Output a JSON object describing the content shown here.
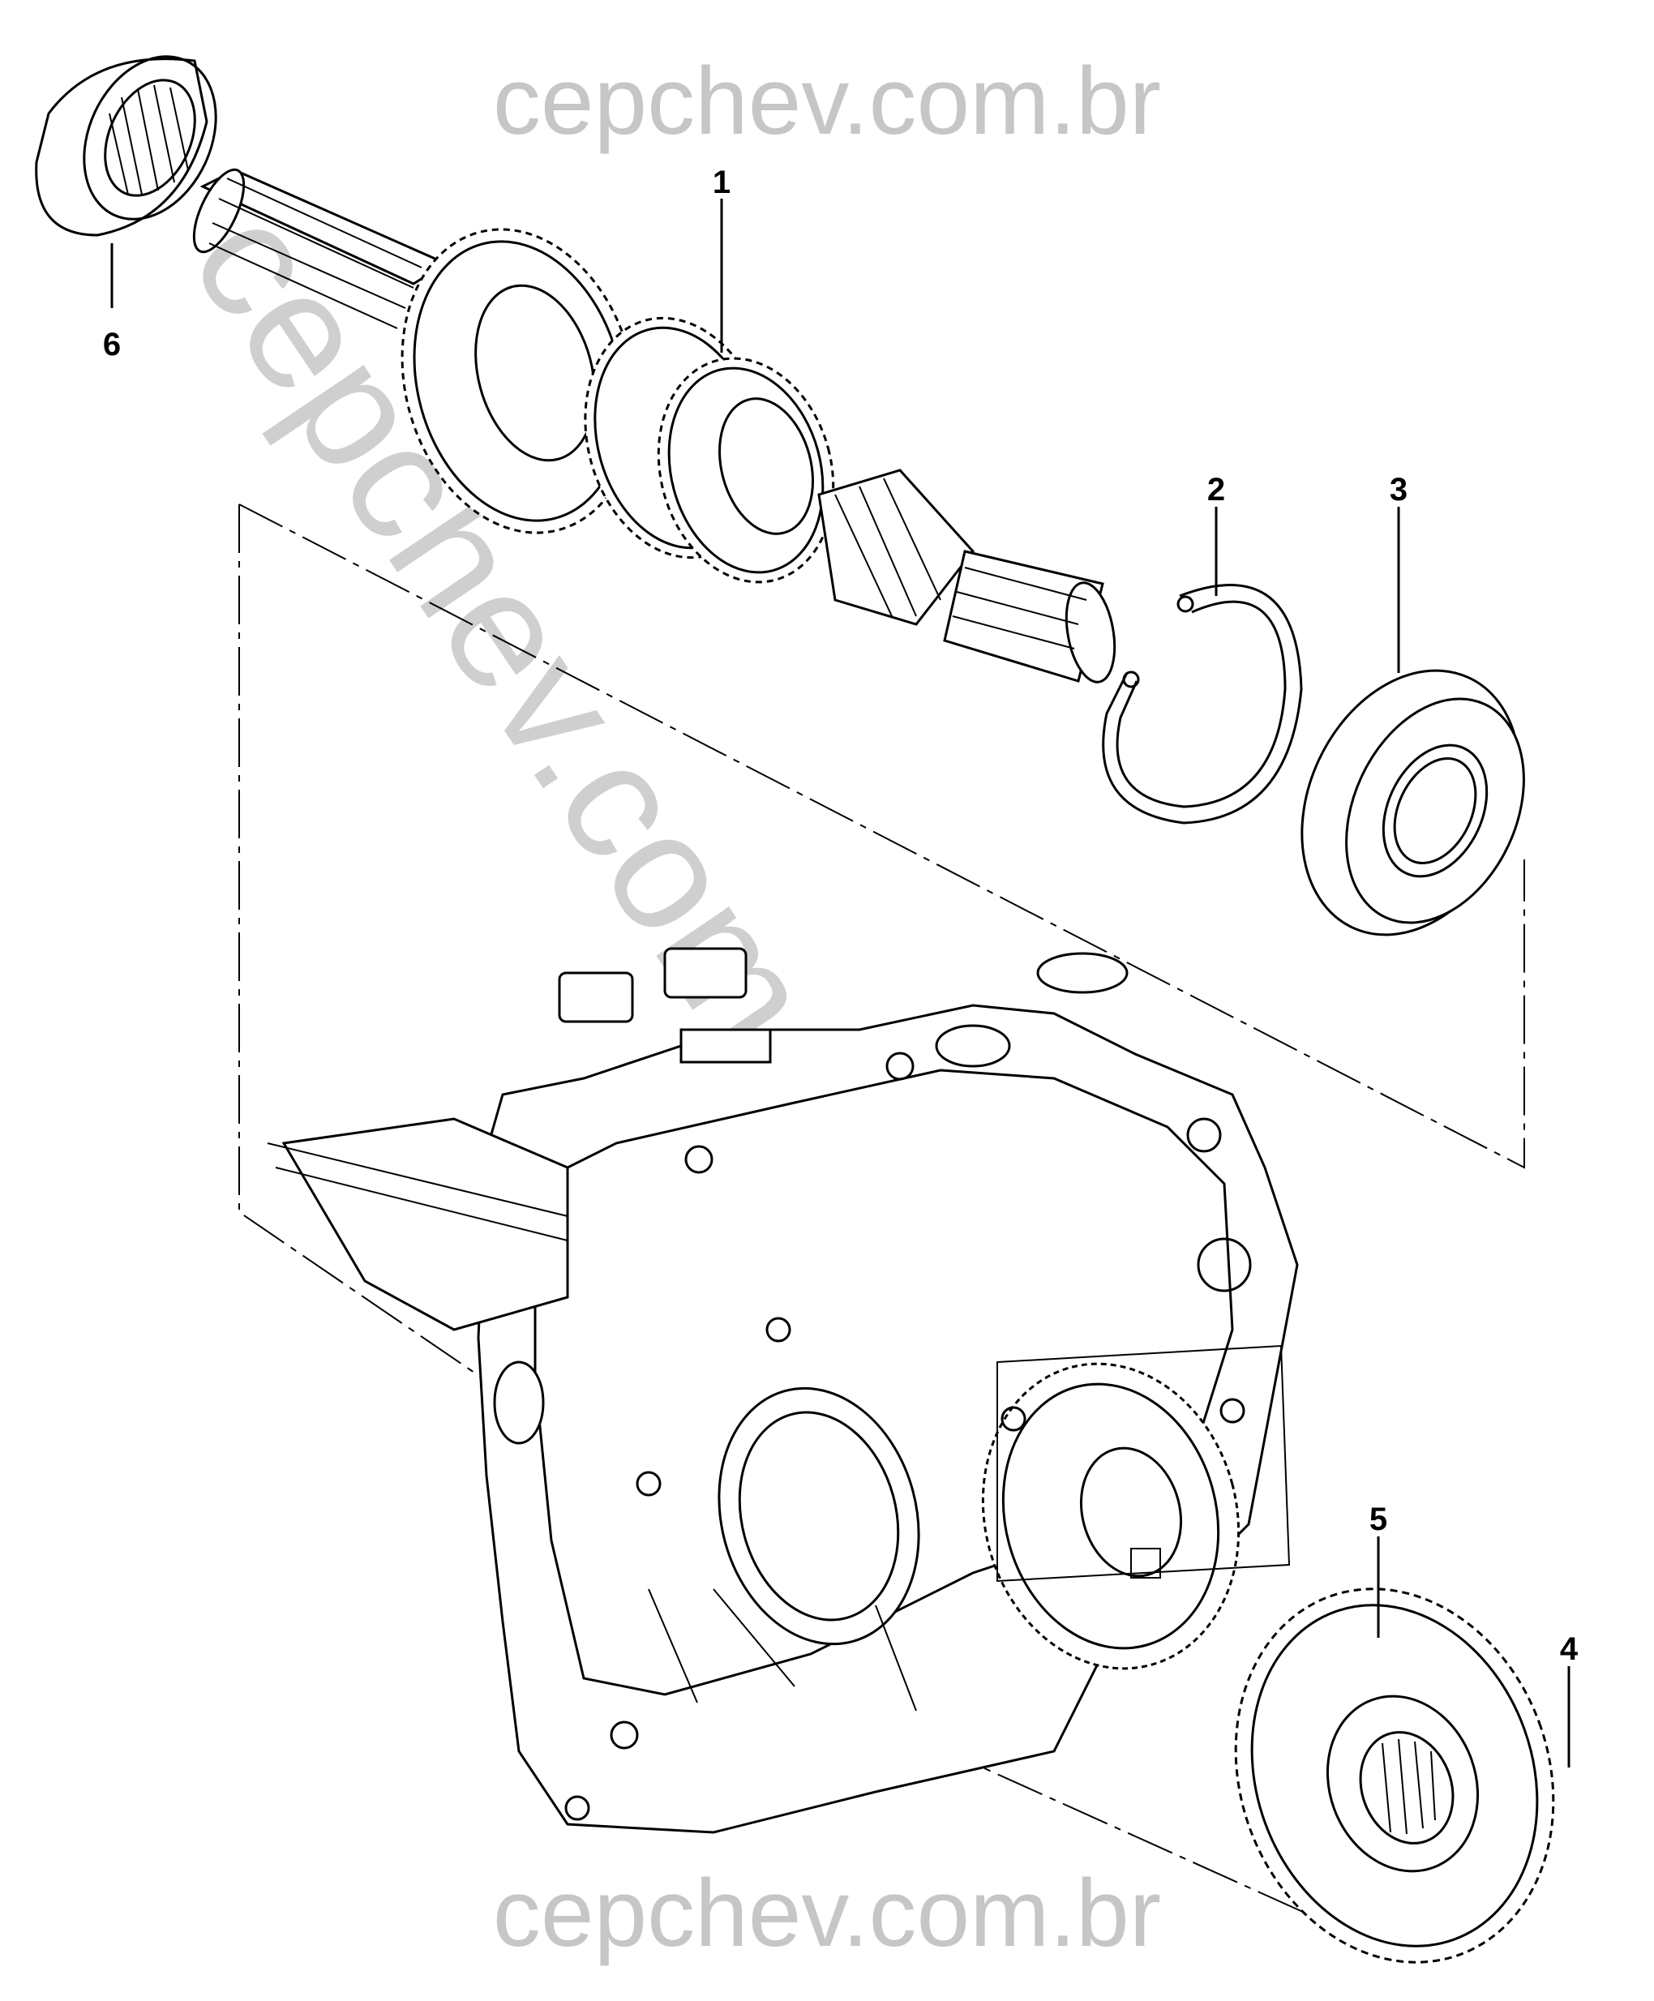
{
  "watermarks": {
    "top": "cepchev.com.br",
    "bottom": "cepchev.com.br",
    "diagonal": "cepchev.com.br"
  },
  "callouts": [
    "1",
    "2",
    "3",
    "4",
    "5",
    "6"
  ],
  "colors": {
    "line": "#000000",
    "watermark": "#c6c6c6",
    "background": "#ffffff"
  }
}
